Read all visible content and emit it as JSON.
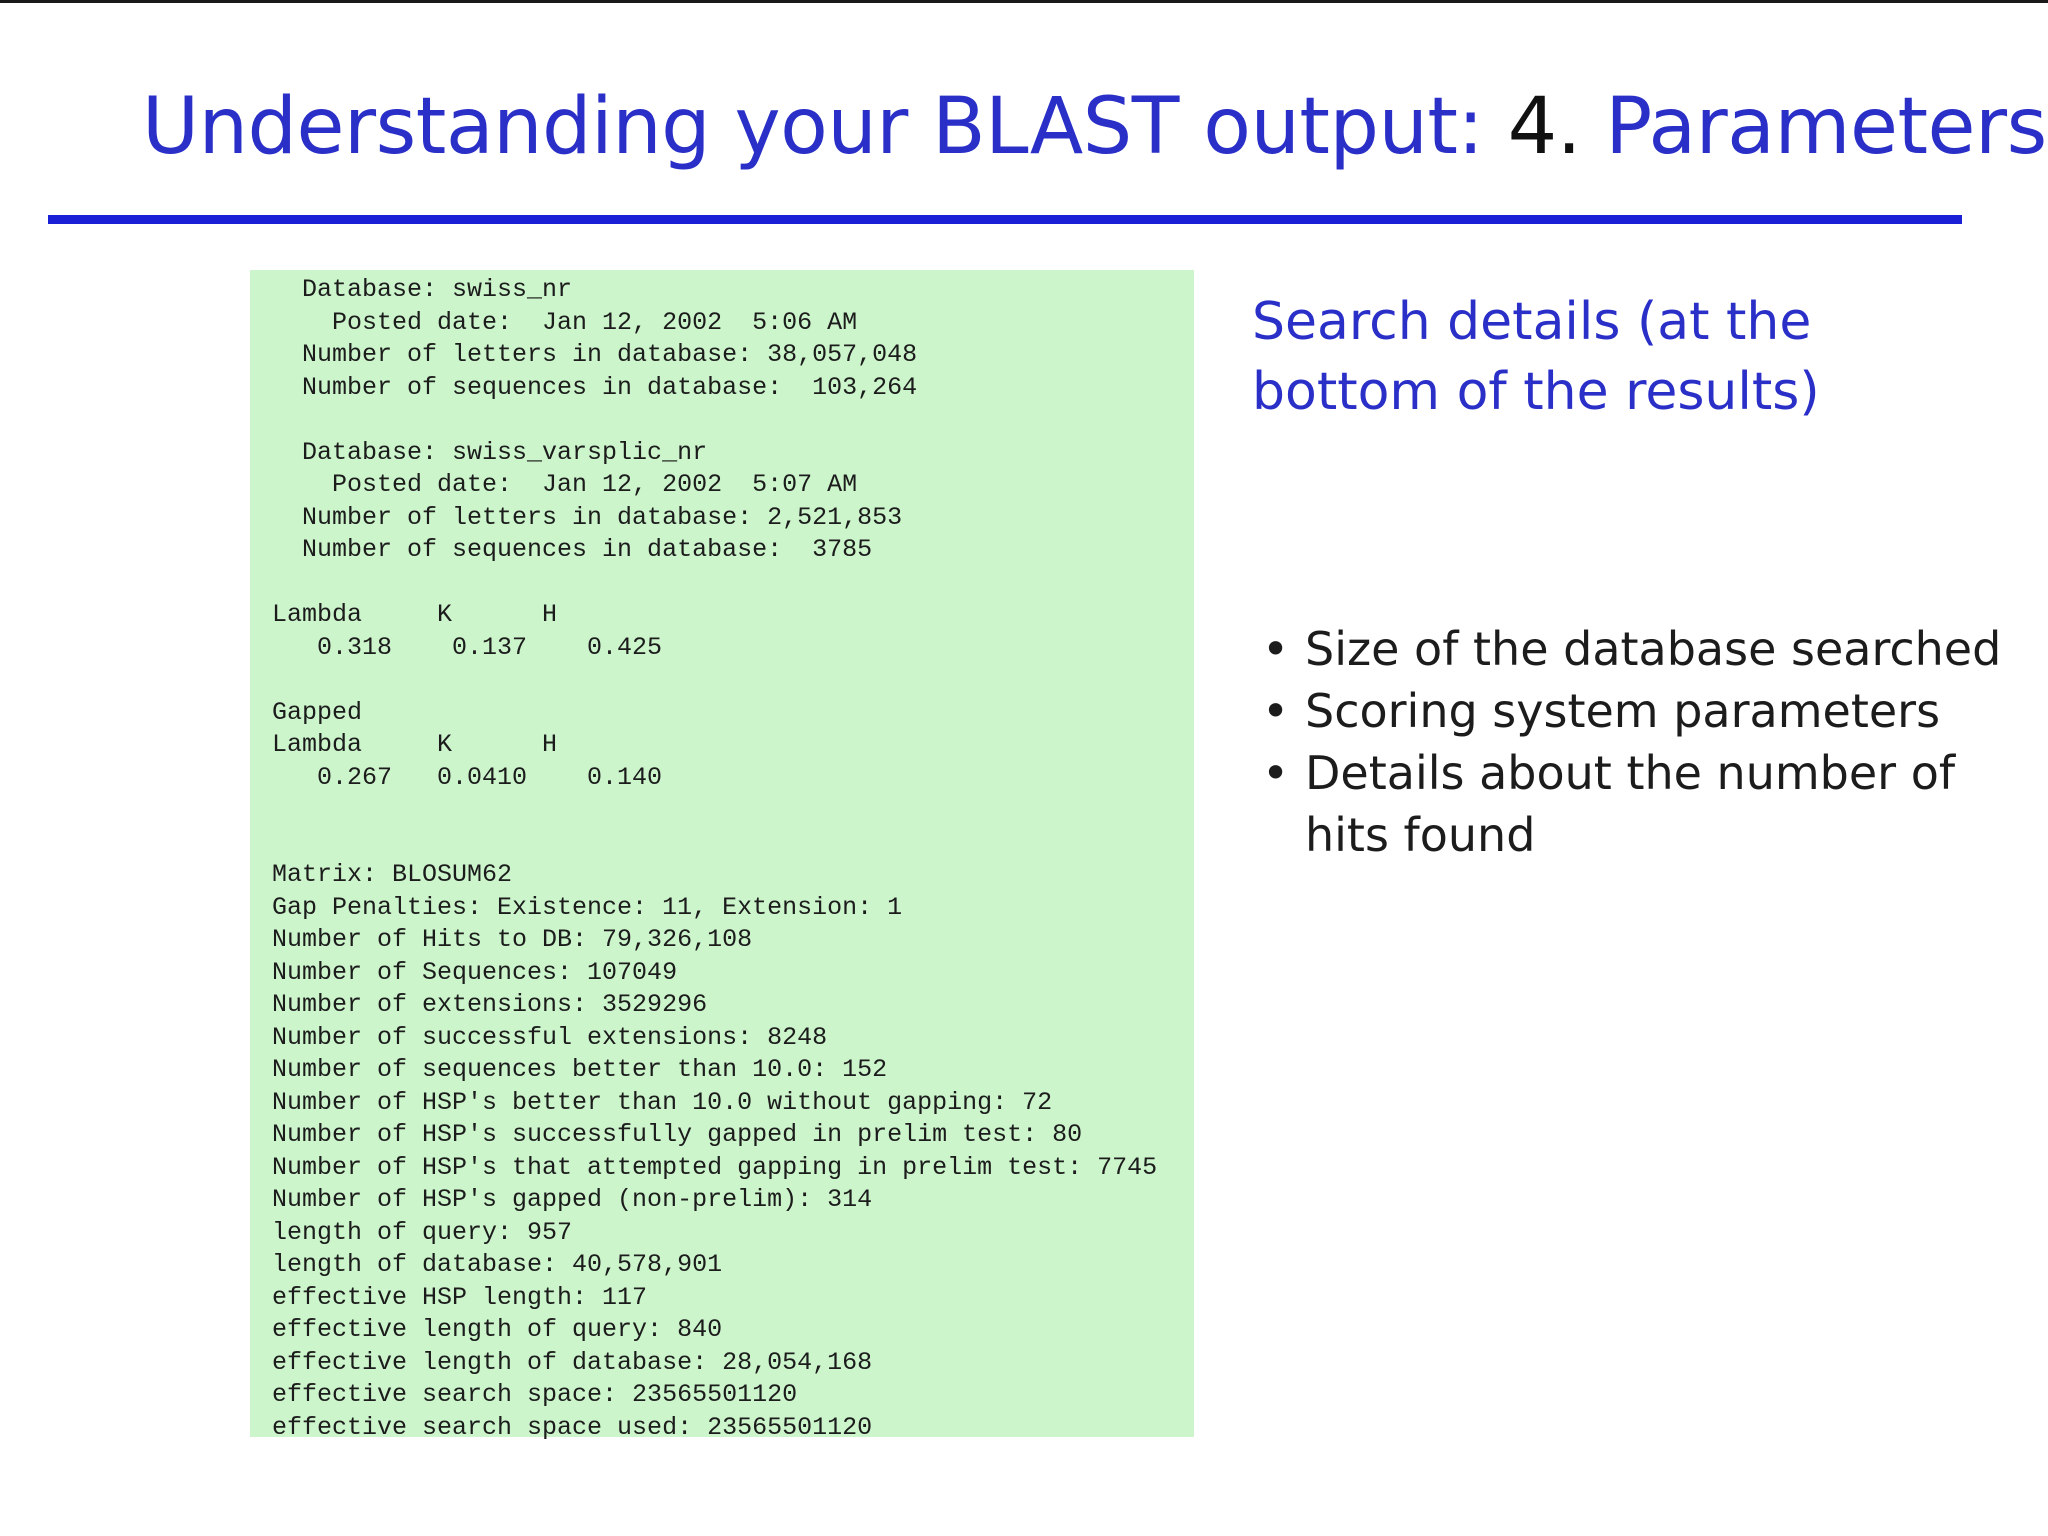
{
  "slide": {
    "title_part1": "Understanding your BLAST output: ",
    "title_part2": "4. ",
    "title_part3": "Parameters"
  },
  "output_lines": [
    "  Database: swiss_nr",
    "    Posted date:  Jan 12, 2002  5:06 AM",
    "  Number of letters in database: 38,057,048",
    "  Number of sequences in database:  103,264",
    "",
    "  Database: swiss_varsplic_nr",
    "    Posted date:  Jan 12, 2002  5:07 AM",
    "  Number of letters in database: 2,521,853",
    "  Number of sequences in database:  3785",
    "",
    "Lambda     K      H",
    "   0.318    0.137    0.425",
    "",
    "Gapped",
    "Lambda     K      H",
    "   0.267   0.0410    0.140",
    "",
    "",
    "Matrix: BLOSUM62",
    "Gap Penalties: Existence: 11, Extension: 1",
    "Number of Hits to DB: 79,326,108",
    "Number of Sequences: 107049",
    "Number of extensions: 3529296",
    "Number of successful extensions: 8248",
    "Number of sequences better than 10.0: 152",
    "Number of HSP's better than 10.0 without gapping: 72",
    "Number of HSP's successfully gapped in prelim test: 80",
    "Number of HSP's that attempted gapping in prelim test: 7745",
    "Number of HSP's gapped (non-prelim): 314",
    "length of query: 957",
    "length of database: 40,578,901",
    "effective HSP length: 117",
    "effective length of query: 840",
    "effective length of database: 28,054,168",
    "effective search space: 23565501120",
    "effective search space used: 23565501120"
  ],
  "search_details": {
    "line1": "Search details (at the",
    "line2": "bottom of the results)"
  },
  "bullets": [
    "Size of the database searched",
    "Scoring system parameters",
    "Details about the number of hits found"
  ],
  "bullet_symbol": "•",
  "colors": {
    "title_blue": "#2a2fc8",
    "rule_blue": "#1a20d6",
    "panel_green": "#ccf5cc"
  }
}
